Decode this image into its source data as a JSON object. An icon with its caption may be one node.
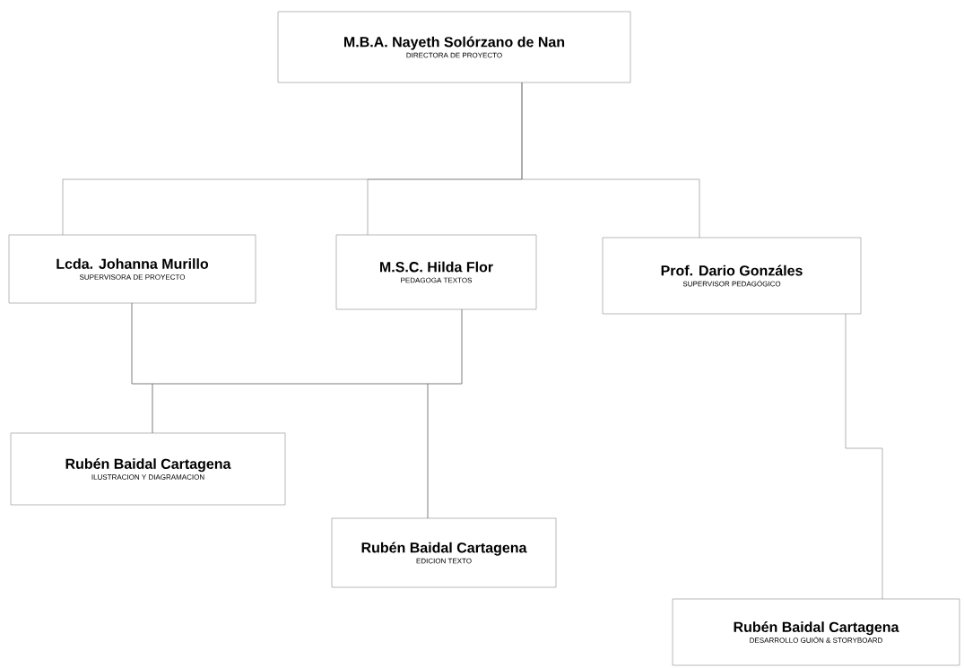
{
  "diagram": {
    "nodes": [
      {
        "text": [
          "M.B.A. Nayeth Solórzano de Nan",
          "DIRECTORA DE PROYECTO"
        ]
      },
      {
        "text": [
          "Lcda. Johanna Murillo",
          "SUPERVISORA DE PROYECTO"
        ]
      },
      {
        "text": [
          "M.S.C. Hilda Flor",
          "PEDAGOGA TEXTOS"
        ]
      },
      {
        "text": [
          "Prof. Dario Gonzáles",
          "SUPERVISOR  PEDAGÓGICO"
        ]
      },
      {
        "text": [
          "Rubén Baidal Cartagena",
          "ILUSTRACION Y DIAGRAMACION"
        ]
      },
      {
        "text": [
          "Rubén Baidal Cartagena",
          "EDICION TEXTO"
        ]
      },
      {
        "text": [
          "Rubén Baidal Cartagena",
          "DESARROLLO GUIÓN & STORYBOARD"
        ]
      }
    ],
    "edges": [
      {
        "from": 0,
        "to": 1,
        "arrow": "none"
      },
      {
        "from": 0,
        "to": 2,
        "arrow": "none"
      },
      {
        "from": 0,
        "to": 3,
        "arrow": "none"
      },
      {
        "from": 1,
        "to": 4,
        "arrow": "none"
      },
      {
        "from": 1,
        "to": 5,
        "arrow": "none"
      },
      {
        "from": 2,
        "to": 4,
        "arrow": "none"
      },
      {
        "from": 2,
        "to": 5,
        "arrow": "none"
      },
      {
        "from": 3,
        "to": 6,
        "arrow": "none"
      }
    ]
  }
}
